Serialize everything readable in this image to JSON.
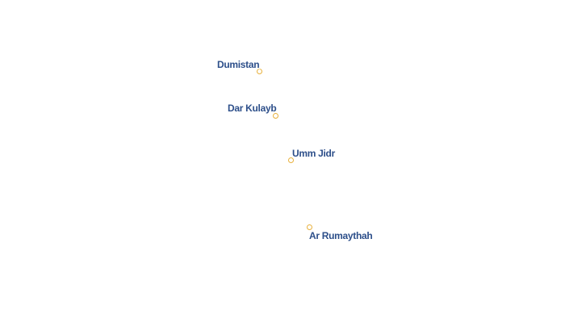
{
  "map": {
    "background": "#ffffff",
    "label_color": "#2d4f8a",
    "marker_color": "#e8b13d",
    "places": [
      {
        "id": "dumistan",
        "name": "Dumistan"
      },
      {
        "id": "darkulayb",
        "name": "Dar Kulayb"
      },
      {
        "id": "ummjidr",
        "name": "Umm Jidr"
      },
      {
        "id": "arrumaythah",
        "name": "Ar Rumaythah"
      }
    ]
  }
}
